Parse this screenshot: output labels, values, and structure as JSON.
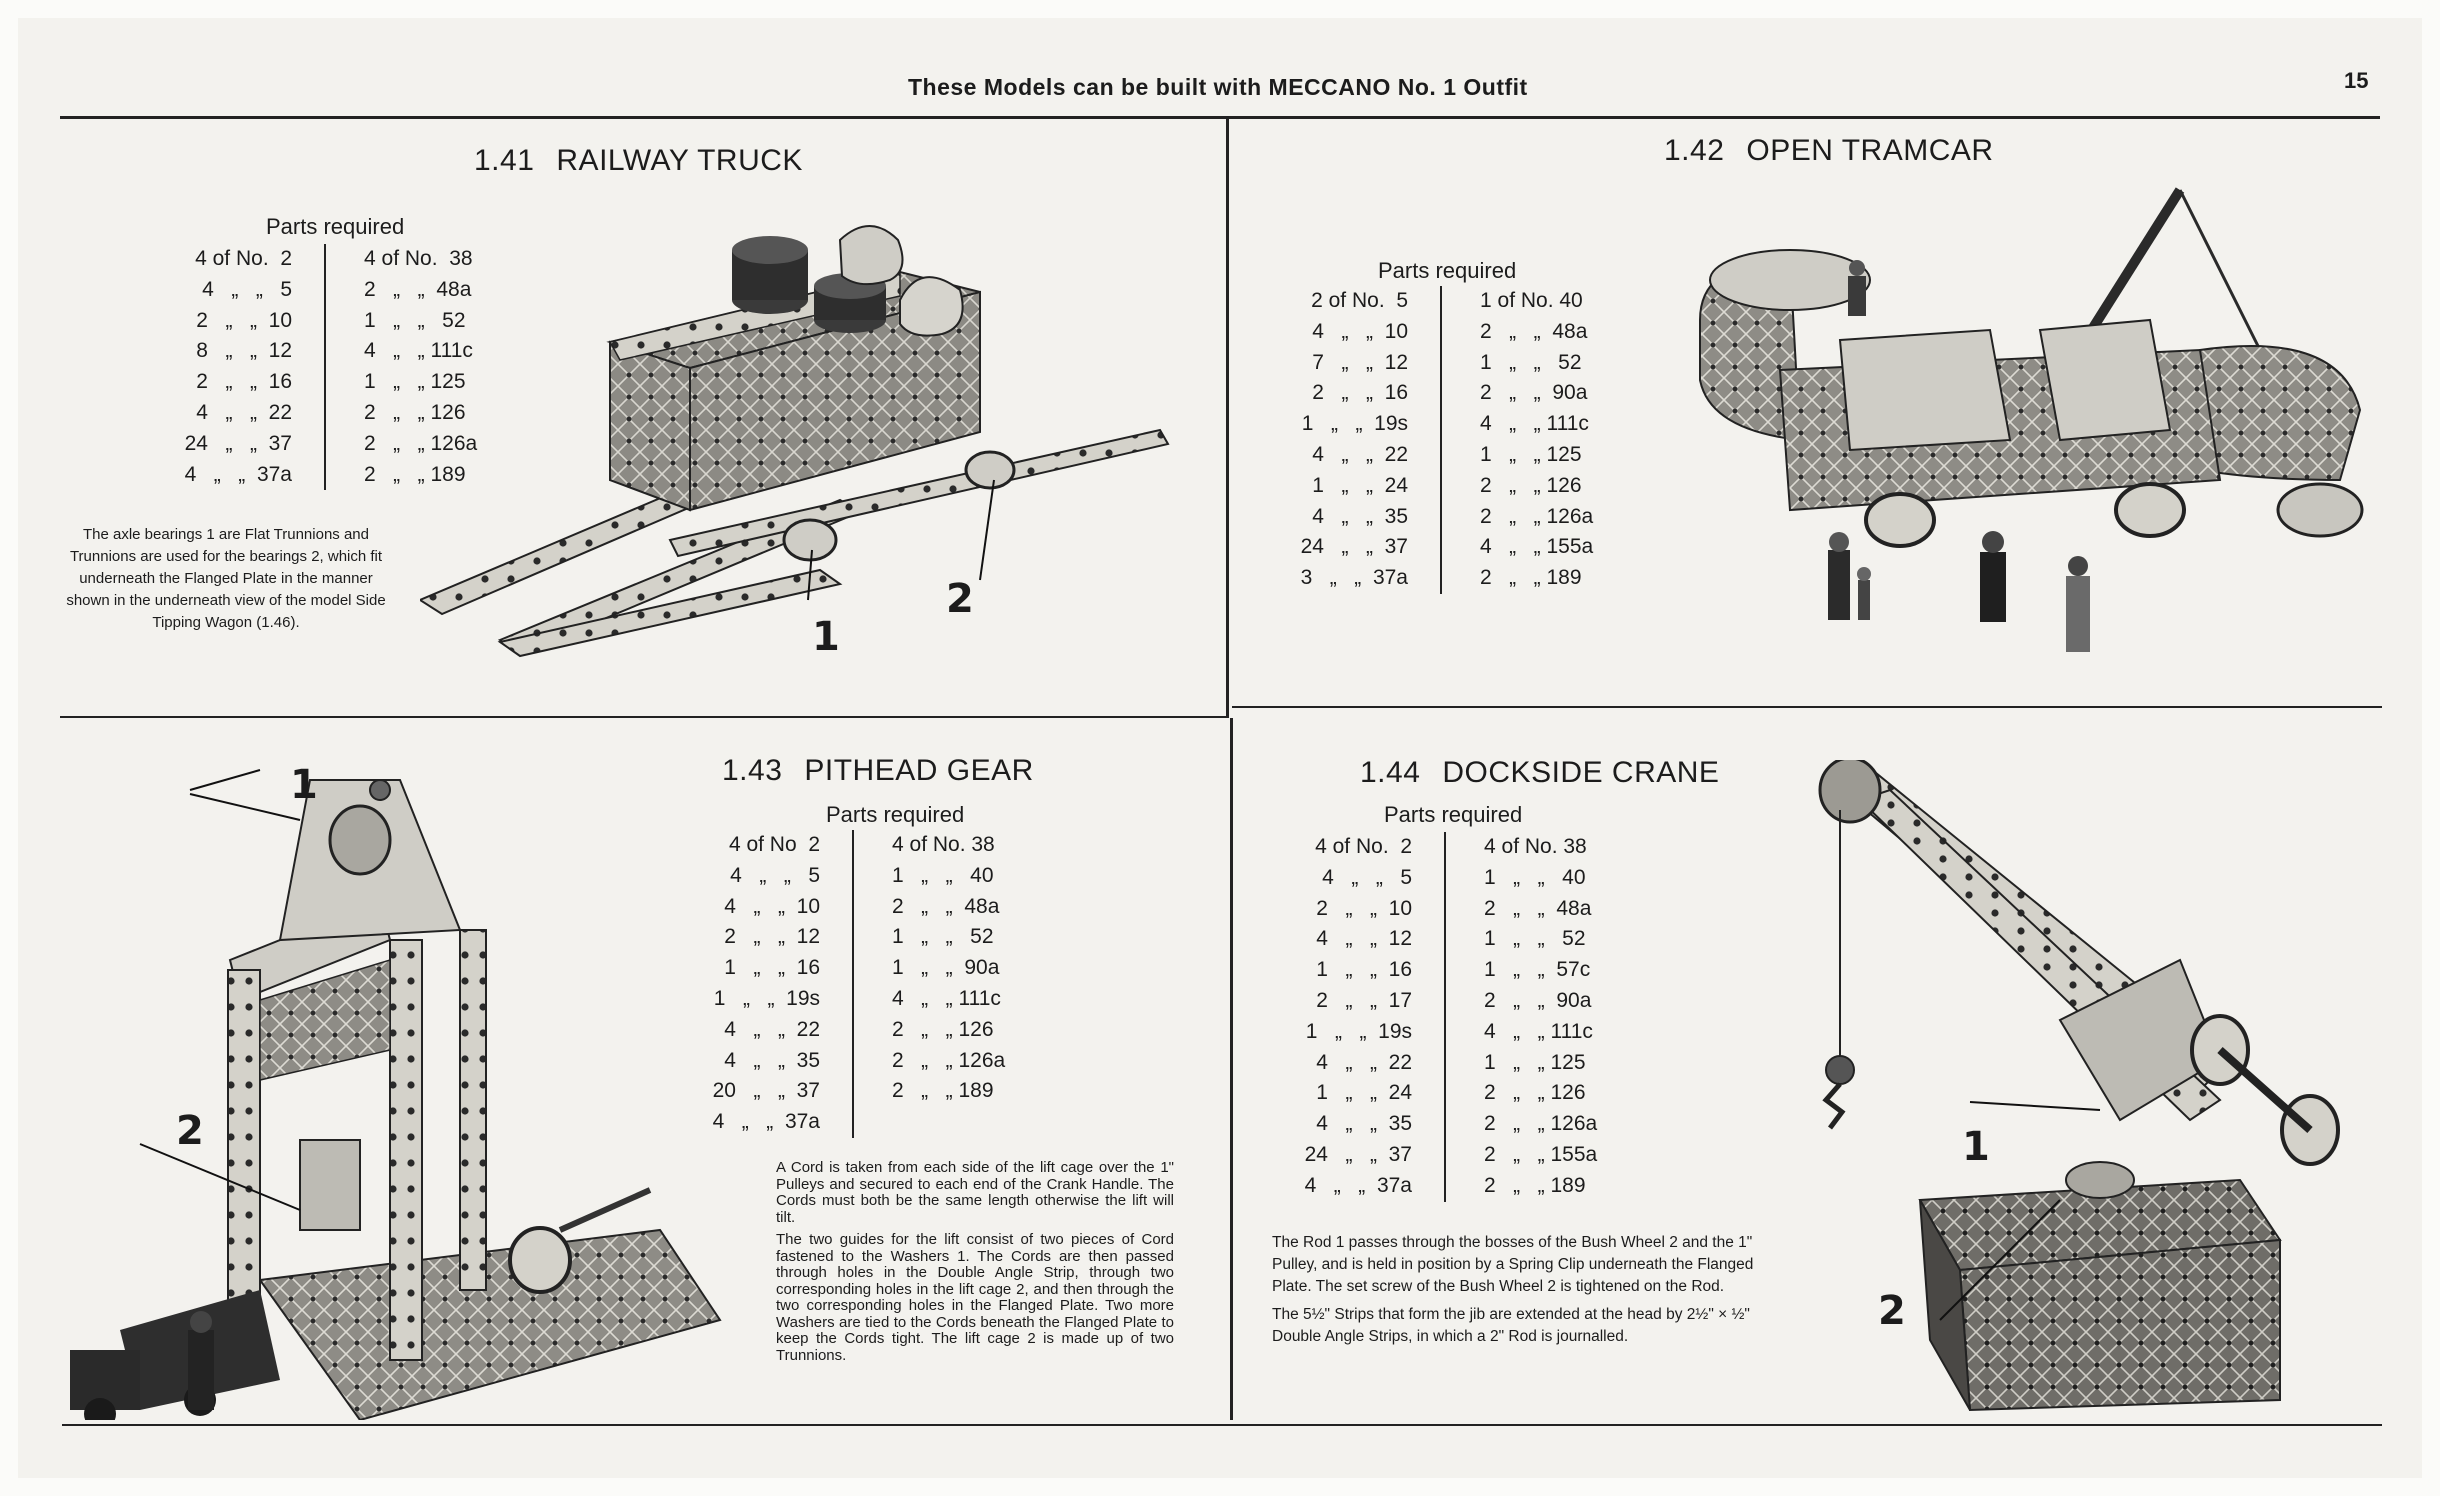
{
  "header": {
    "title": "These Models can be built with MECCANO No. 1 Outfit",
    "page_number": "15"
  },
  "sections": [
    {
      "number": "1.41",
      "title": "RAILWAY TRUCK",
      "parts_label": "Parts required",
      "left": [
        "4 of No.  2",
        "4   „   „   5",
        "2   „   „  10",
        "8   „   „  12",
        "2   „   „  16",
        "4   „   „  22",
        "24   „   „  37",
        "4   „   „  37a"
      ],
      "right": [
        "4 of No.  38",
        "2   „   „  48a",
        "1   „   „   52",
        "4   „   „ 111c",
        "1   „   „ 125",
        "2   „   „ 126",
        "2   „   „ 126a",
        "2   „   „ 189"
      ],
      "note": [
        "The axle bearings 1 are Flat Trunnions and Trunnions are used for the bearings 2, which fit underneath the Flanged Plate in the manner shown in the underneath view of the model Side Tipping Wagon (1.46)."
      ],
      "callouts": [
        "1",
        "2"
      ]
    },
    {
      "number": "1.42",
      "title": "OPEN TRAMCAR",
      "parts_label": "Parts required",
      "left": [
        "2 of No.  5",
        "4   „   „  10",
        "7   „   „  12",
        "2   „   „  16",
        "1   „   „  19s",
        "4   „   „  22",
        "1   „   „  24",
        "4   „   „  35",
        "24   „   „  37",
        "3   „   „  37a"
      ],
      "right": [
        "1 of No. 40",
        "2   „   „  48a",
        "1   „   „   52",
        "2   „   „  90a",
        "4   „   „ 111c",
        "1   „   „ 125",
        "2   „   „ 126",
        "2   „   „ 126a",
        "4   „   „ 155a",
        "2   „   „ 189"
      ]
    },
    {
      "number": "1.43",
      "title": "PITHEAD GEAR",
      "parts_label": "Parts required",
      "left": [
        "4 of No  2",
        "4   „   „   5",
        "4   „   „  10",
        "2   „   „  12",
        "1   „   „  16",
        "1   „   „  19s",
        "4   „   „  22",
        "4   „   „  35",
        "20   „   „  37",
        "4   „   „  37a"
      ],
      "right": [
        "4 of No. 38",
        "1   „   „   40",
        "2   „   „  48a",
        "1   „   „   52",
        "1   „   „  90a",
        "4   „   „ 111c",
        "2   „   „ 126",
        "2   „   „ 126a",
        "2   „   „ 189",
        ""
      ],
      "note": [
        "A Cord is taken from each side of the lift cage over the 1\" Pulleys and secured to each end of the Crank Handle. The Cords must both be the same length otherwise the lift will tilt.",
        "The two guides for the lift consist of two pieces of Cord fastened to the Washers 1. The Cords are then passed through holes in the Double Angle Strip, through two corresponding holes in the lift cage 2, and then through the two corresponding holes in the Flanged Plate. Two more Washers are tied to the Cords beneath the Flanged Plate to keep the Cords tight. The lift cage 2 is made up of two Trunnions."
      ],
      "callouts": [
        "1",
        "2"
      ]
    },
    {
      "number": "1.44",
      "title": "DOCKSIDE CRANE",
      "parts_label": "Parts  required",
      "left": [
        "4 of No.  2",
        "4   „   „   5",
        "2   „   „  10",
        "4   „   „  12",
        "1   „   „  16",
        "2   „   „  17",
        "1   „   „  19s",
        "4   „   „  22",
        "1   „   „  24",
        "4   „   „  35",
        "24   „   „  37",
        "4   „   „  37a"
      ],
      "right": [
        "4 of No. 38",
        "1   „   „   40",
        "2   „   „  48a",
        "1   „   „   52",
        "1   „   „  57c",
        "2   „   „  90a",
        "4   „   „ 111c",
        "1   „   „ 125",
        "2   „   „ 126",
        "2   „   „ 126a",
        "2   „   „ 155a",
        "2   „   „ 189"
      ],
      "note": [
        "The Rod 1 passes through the bosses of the Bush Wheel 2 and the 1\" Pulley, and is held in position by a Spring Clip underneath the Flanged Plate. The set screw of the Bush Wheel 2 is tightened on the Rod.",
        "The 5½\" Strips that form the jib are extended at the head by 2½\" × ½\" Double Angle Strips, in which a 2\" Rod is journalled."
      ],
      "callouts": [
        "1",
        "2"
      ]
    }
  ]
}
